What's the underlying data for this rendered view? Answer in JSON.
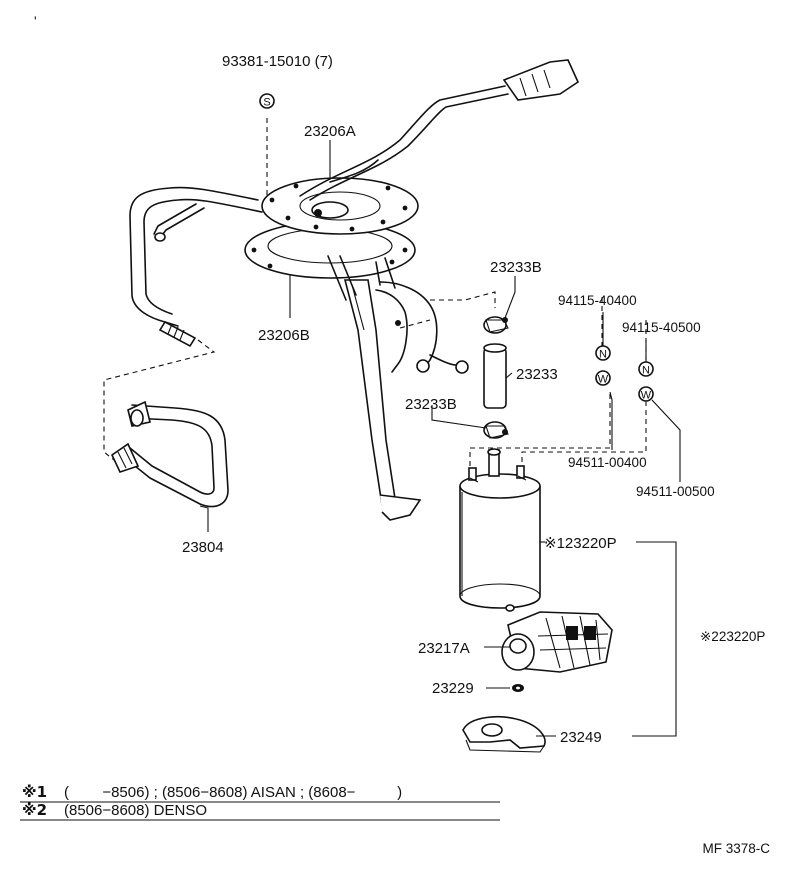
{
  "title": "",
  "corner_mark": "'",
  "callouts": {
    "bolt": "93381-15010 (7)",
    "bolt_symbol": "S",
    "gauge_upper": "23206A",
    "gauge_gasket": "23206B",
    "clamp_upper": "23233B",
    "hose": "23233",
    "clamp_lower": "23233B",
    "nut_a": "94115-40400",
    "nut_b": "94115-40500",
    "nut_symbol": "N",
    "washer_symbol": "W",
    "washer_a": "94511-00400",
    "washer_b": "94511-00500",
    "pipe": "23804",
    "pump_1": "※123220P",
    "pump_2": "※223220P",
    "filter": "23217A",
    "ring": "23229",
    "cushion": "23249"
  },
  "footnotes": [
    {
      "mark": "※1",
      "text": "(        −8506) ; (8506−8608) AISAN ; (8608−          )"
    },
    {
      "mark": "※2",
      "text": "(8506−8608) DENSO"
    }
  ],
  "figure_code": "MF 3378-C"
}
